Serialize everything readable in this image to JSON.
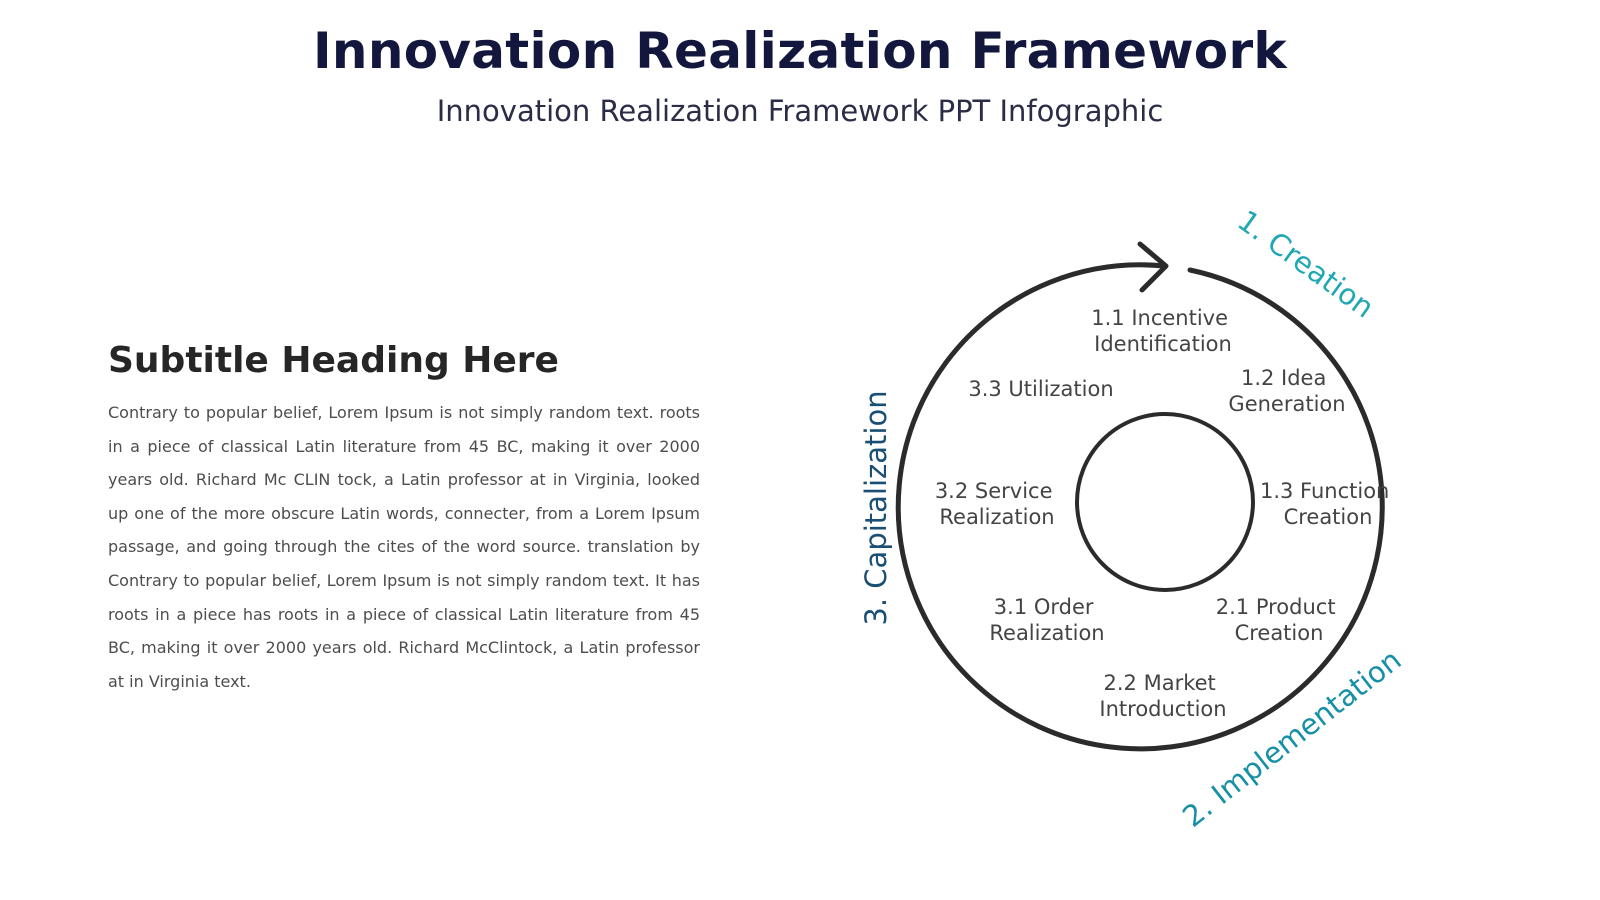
{
  "header": {
    "title": "Innovation Realization Framework",
    "subtitle": "Innovation Realization Framework PPT Infographic"
  },
  "content": {
    "heading": "Subtitle Heading Here",
    "body": "Contrary to popular belief, Lorem Ipsum is not simply random text. roots in a piece of classical Latin literature from 45 BC, making it over 2000 years old. Richard Mc CLIN tock, a Latin professor at in Virginia, looked up one of the more obscure Latin words, connecter, from a Lorem Ipsum passage, and going through the cites of the word source. translation by Contrary to popular belief, Lorem Ipsum is not simply random text. It has roots in a piece has roots in a piece of classical Latin literature from 45 BC, making it over 2000 years old. Richard McClintock, a Latin professor at in Virginia text."
  },
  "diagram": {
    "phases": {
      "creation": {
        "label": "1. Creation",
        "color": "#1fa8b3"
      },
      "implementation": {
        "label": "2. Implementation",
        "color": "#1690a6"
      },
      "capitalization": {
        "label": "3. Capitalization",
        "color": "#1a4f73"
      }
    },
    "steps": {
      "s11": {
        "line1": "1.1 Incentive",
        "line2": "Identification"
      },
      "s12": {
        "line1": "1.2 Idea",
        "line2": "Generation"
      },
      "s13": {
        "line1": "1.3 Function",
        "line2": "Creation"
      },
      "s21": {
        "line1": "2.1 Product",
        "line2": "Creation"
      },
      "s22": {
        "line1": "2.2 Market",
        "line2": "Introduction"
      },
      "s31": {
        "line1": "3.1 Order",
        "line2": "Realization"
      },
      "s32": {
        "line1": "3.2 Service",
        "line2": "Realization"
      },
      "s33": {
        "line1": "3.3 Utilization"
      }
    },
    "stroke_color": "#2b2b2b"
  }
}
